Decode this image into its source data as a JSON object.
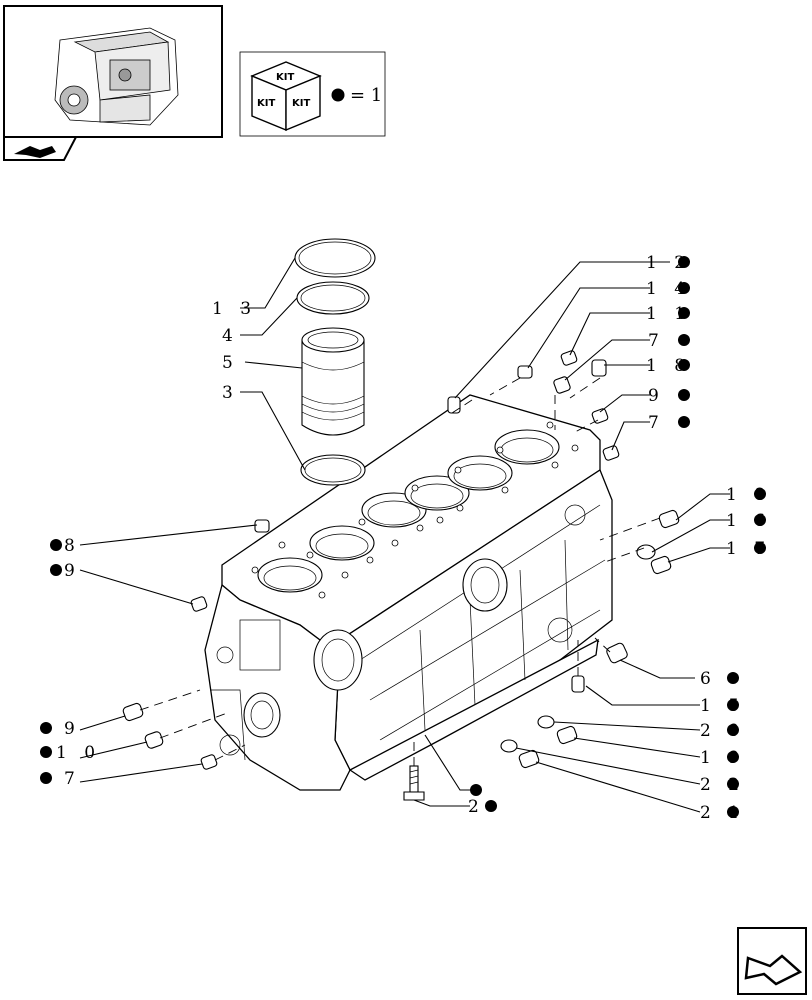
{
  "kit_legend": {
    "kit_text": "KIT",
    "equals_text": "= 1"
  },
  "callouts": [
    {
      "id": "c12",
      "number": "1 2",
      "kit": true
    },
    {
      "id": "c14",
      "number": "1 4",
      "kit": true
    },
    {
      "id": "c11",
      "number": "1 1",
      "kit": true
    },
    {
      "id": "c7a",
      "number": "7",
      "kit": true
    },
    {
      "id": "c18a",
      "number": "1 8",
      "kit": true
    },
    {
      "id": "c9a",
      "number": "9",
      "kit": true
    },
    {
      "id": "c7b",
      "number": "7",
      "kit": true
    },
    {
      "id": "c13",
      "number": "1 3",
      "kit": false
    },
    {
      "id": "c4",
      "number": "4",
      "kit": false
    },
    {
      "id": "c5",
      "number": "5",
      "kit": false
    },
    {
      "id": "c3",
      "number": "3",
      "kit": false
    },
    {
      "id": "c18b",
      "number": "1 8",
      "kit": true
    },
    {
      "id": "c16",
      "number": "1 6",
      "kit": true
    },
    {
      "id": "c17",
      "number": "1 7",
      "kit": true
    },
    {
      "id": "c8",
      "number": "8",
      "kit": true
    },
    {
      "id": "c9b",
      "number": "9",
      "kit": true
    },
    {
      "id": "c6",
      "number": "6",
      "kit": true
    },
    {
      "id": "c15",
      "number": "1 5",
      "kit": true
    },
    {
      "id": "c9c",
      "number": "9",
      "kit": true
    },
    {
      "id": "c10",
      "number": "1 0",
      "kit": true
    },
    {
      "id": "c20",
      "number": "2 0",
      "kit": true
    },
    {
      "id": "c19",
      "number": "1 9",
      "kit": true
    },
    {
      "id": "c7c",
      "number": "7",
      "kit": true
    },
    {
      "id": "c1",
      "number": "",
      "kit": true
    },
    {
      "id": "c22",
      "number": "2 2",
      "kit": true
    },
    {
      "id": "c2",
      "number": "2",
      "kit": true
    },
    {
      "id": "c21",
      "number": "2 1",
      "kit": true
    }
  ]
}
